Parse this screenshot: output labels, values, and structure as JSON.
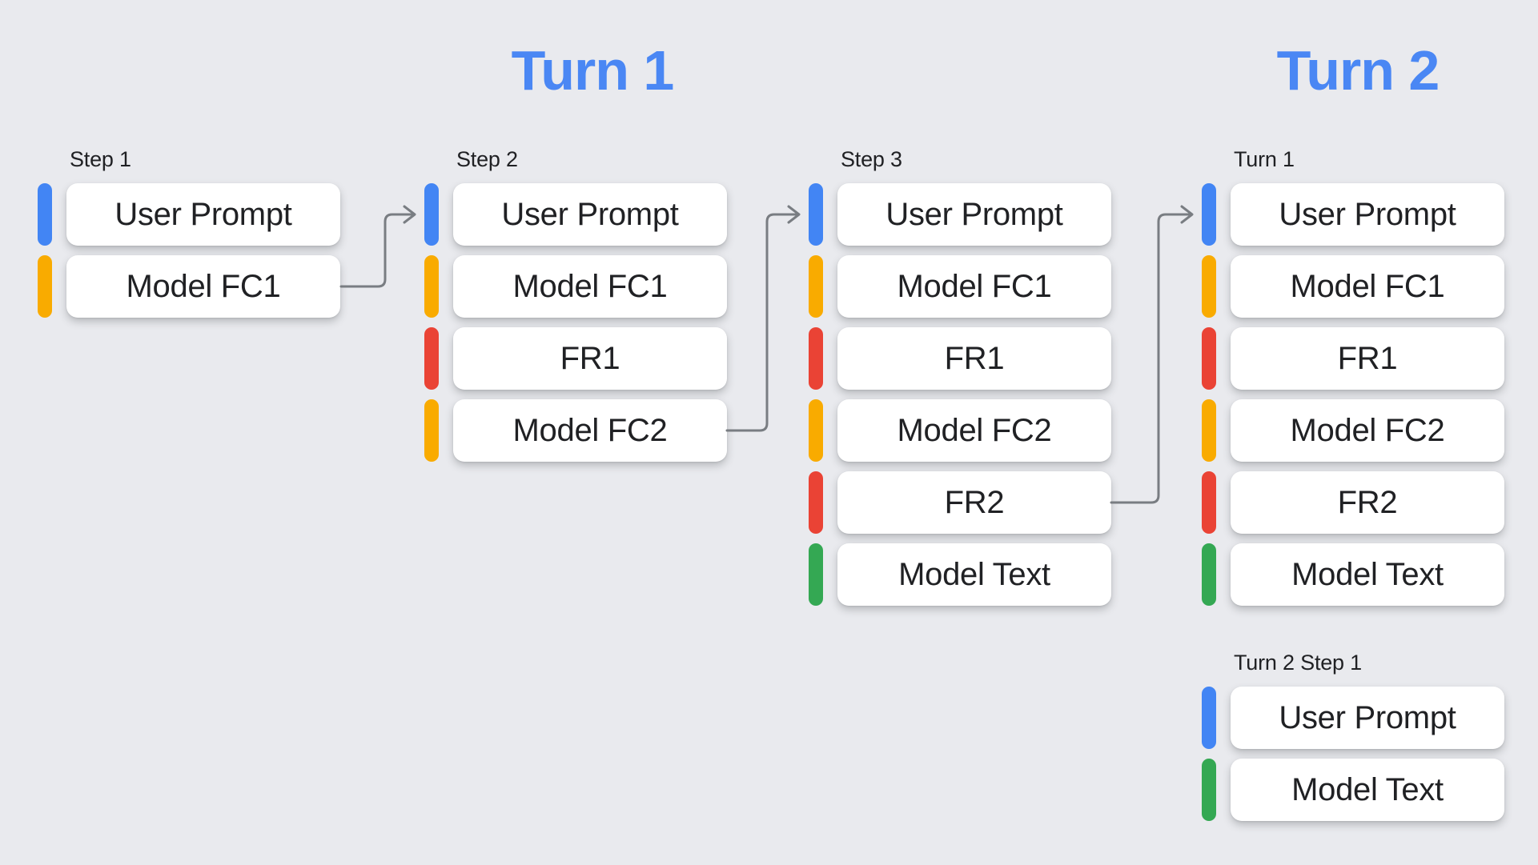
{
  "titles": {
    "turn1": "Turn 1",
    "turn2": "Turn 2"
  },
  "colors": {
    "background": "#e9eaee",
    "box": "#ffffff",
    "text": "#202124",
    "label_text": "#202124",
    "title": "#4a87f4",
    "arrow": "#797d82",
    "user": "#4285f4",
    "model_fc": "#f9ab00",
    "function_response": "#ea4335",
    "model_text": "#34a853"
  },
  "columns": [
    {
      "label": "Step 1",
      "rows": [
        {
          "label": "User Prompt",
          "type": "user"
        },
        {
          "label": "Model FC1",
          "type": "model_fc"
        }
      ]
    },
    {
      "label": "Step 2",
      "rows": [
        {
          "label": "User Prompt",
          "type": "user"
        },
        {
          "label": "Model FC1",
          "type": "model_fc"
        },
        {
          "label": "FR1",
          "type": "function_response"
        },
        {
          "label": "Model FC2",
          "type": "model_fc"
        }
      ]
    },
    {
      "label": "Step 3",
      "rows": [
        {
          "label": "User Prompt",
          "type": "user"
        },
        {
          "label": "Model FC1",
          "type": "model_fc"
        },
        {
          "label": "FR1",
          "type": "function_response"
        },
        {
          "label": "Model FC2",
          "type": "model_fc"
        },
        {
          "label": "FR2",
          "type": "function_response"
        },
        {
          "label": "Model Text",
          "type": "model_text"
        }
      ]
    },
    {
      "label": "Turn 1",
      "rows": [
        {
          "label": "User Prompt",
          "type": "user"
        },
        {
          "label": "Model FC1",
          "type": "model_fc"
        },
        {
          "label": "FR1",
          "type": "function_response"
        },
        {
          "label": "Model FC2",
          "type": "model_fc"
        },
        {
          "label": "FR2",
          "type": "function_response"
        },
        {
          "label": "Model Text",
          "type": "model_text"
        }
      ]
    }
  ],
  "turn2_group": {
    "label": "Turn 2 Step 1",
    "rows": [
      {
        "label": "User Prompt",
        "type": "user"
      },
      {
        "label": "Model Text",
        "type": "model_text"
      }
    ]
  },
  "arrows": [
    {
      "from": "Step 1 / Model FC1",
      "to": "Step 2 / User Prompt"
    },
    {
      "from": "Step 2 / Model FC2",
      "to": "Step 3 / User Prompt"
    },
    {
      "from": "Step 3 / FR2",
      "to": "Turn 1 / User Prompt"
    }
  ]
}
